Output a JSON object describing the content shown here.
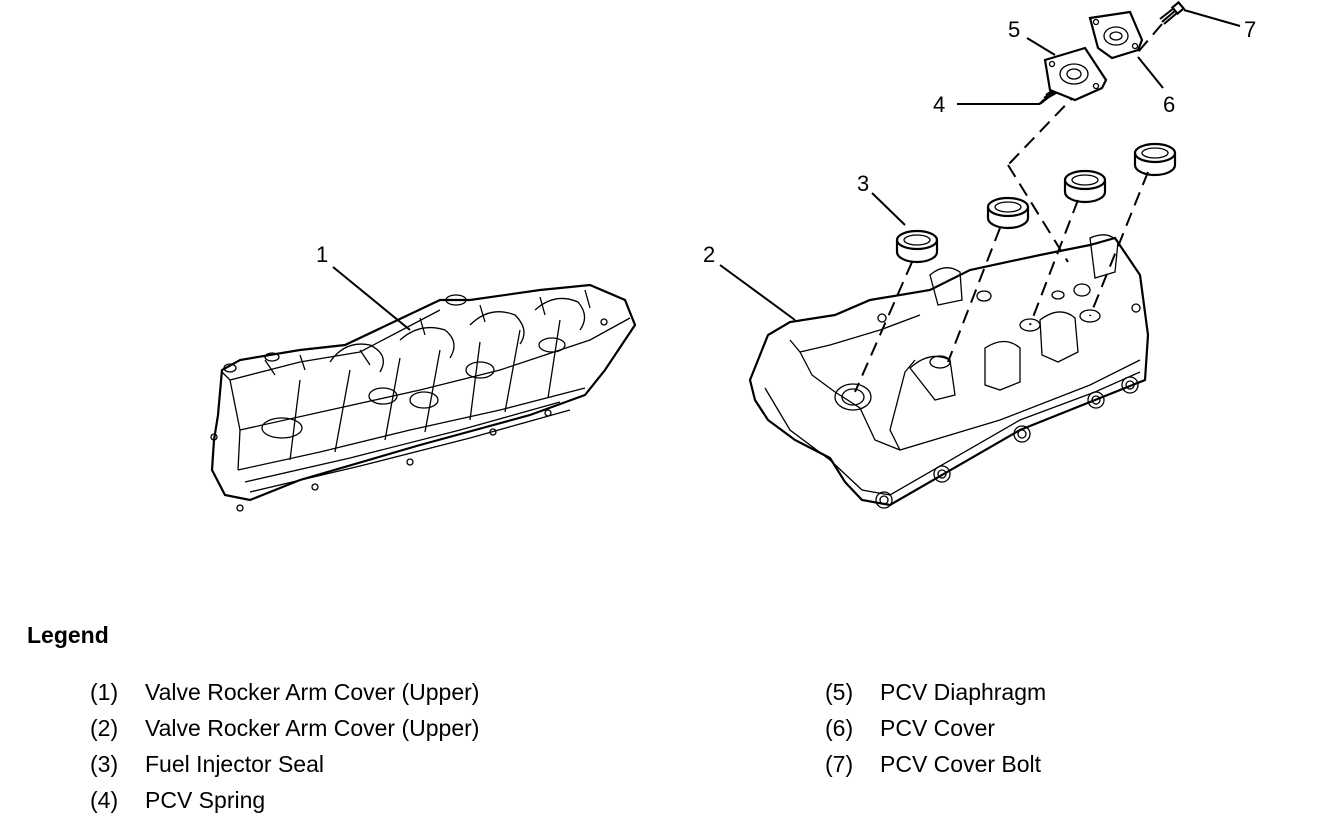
{
  "callouts": [
    "1",
    "2",
    "3",
    "4",
    "5",
    "6",
    "7"
  ],
  "legend": {
    "title": "Legend",
    "left": [
      {
        "num": "(1)",
        "text": "Valve Rocker Arm Cover (Upper)"
      },
      {
        "num": "(2)",
        "text": "Valve Rocker Arm Cover (Upper)"
      },
      {
        "num": "(3)",
        "text": "Fuel Injector Seal"
      },
      {
        "num": "(4)",
        "text": "PCV Spring"
      }
    ],
    "right": [
      {
        "num": "(5)",
        "text": "PCV Diaphragm"
      },
      {
        "num": "(6)",
        "text": "PCV Cover"
      },
      {
        "num": "(7)",
        "text": "PCV Cover Bolt"
      }
    ]
  }
}
